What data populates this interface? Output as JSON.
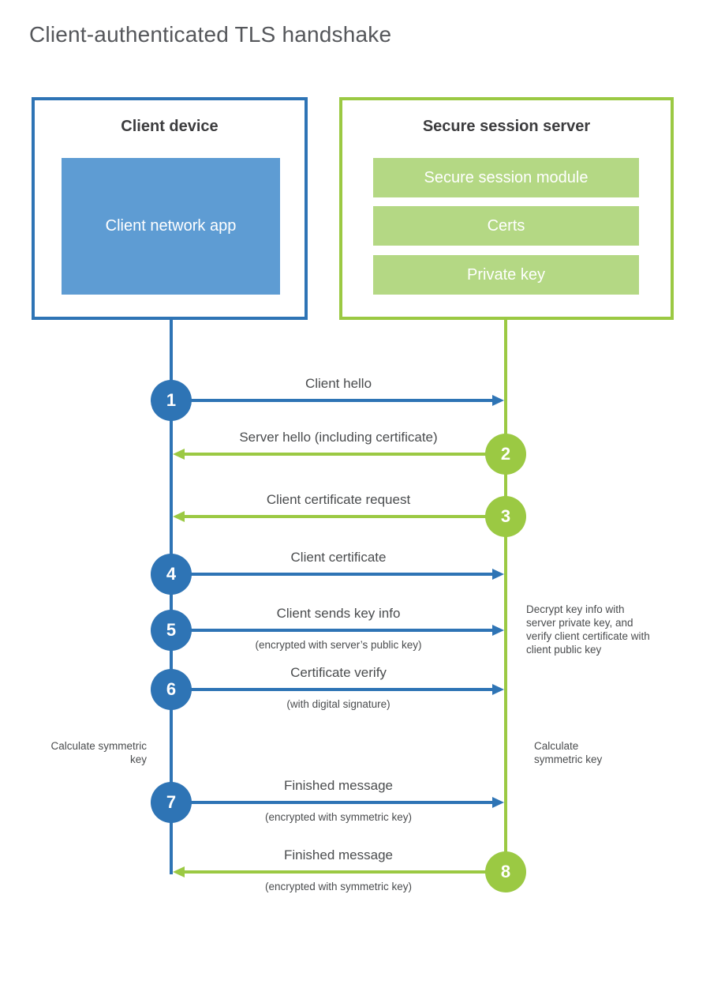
{
  "title": "Client-authenticated TLS handshake",
  "client": {
    "heading": "Client device",
    "app_label": "Client network app"
  },
  "server": {
    "heading": "Secure session server",
    "modules": [
      "Secure session module",
      "Certs",
      "Private key"
    ]
  },
  "colors": {
    "blue": "#2e74b5",
    "blue_light": "#5e9cd3",
    "green": "#9bc943",
    "green_light": "#b4d884"
  },
  "steps": [
    {
      "num": "1",
      "direction": "right",
      "from": "client",
      "label": "Client hello",
      "sublabel": ""
    },
    {
      "num": "2",
      "direction": "left",
      "from": "server",
      "label": "Server hello (including certificate)",
      "sublabel": ""
    },
    {
      "num": "3",
      "direction": "left",
      "from": "server",
      "label": "Client certificate request",
      "sublabel": ""
    },
    {
      "num": "4",
      "direction": "right",
      "from": "client",
      "label": "Client certificate",
      "sublabel": ""
    },
    {
      "num": "5",
      "direction": "right",
      "from": "client",
      "label": "Client sends key info",
      "sublabel": "(encrypted with server’s public key)"
    },
    {
      "num": "6",
      "direction": "right",
      "from": "client",
      "label": "Certificate verify",
      "sublabel": "(with digital signature)"
    },
    {
      "num": "7",
      "direction": "right",
      "from": "client",
      "label": "Finished message",
      "sublabel": "(encrypted with symmetric key)"
    },
    {
      "num": "8",
      "direction": "left",
      "from": "server",
      "label": "Finished message",
      "sublabel": "(encrypted with symmetric key)"
    }
  ],
  "notes": {
    "decrypt": "Decrypt key info with server private key, and verify client certificate with client public key",
    "calc_left": "Calculate symmetric key",
    "calc_right": "Calculate symmetric key"
  }
}
